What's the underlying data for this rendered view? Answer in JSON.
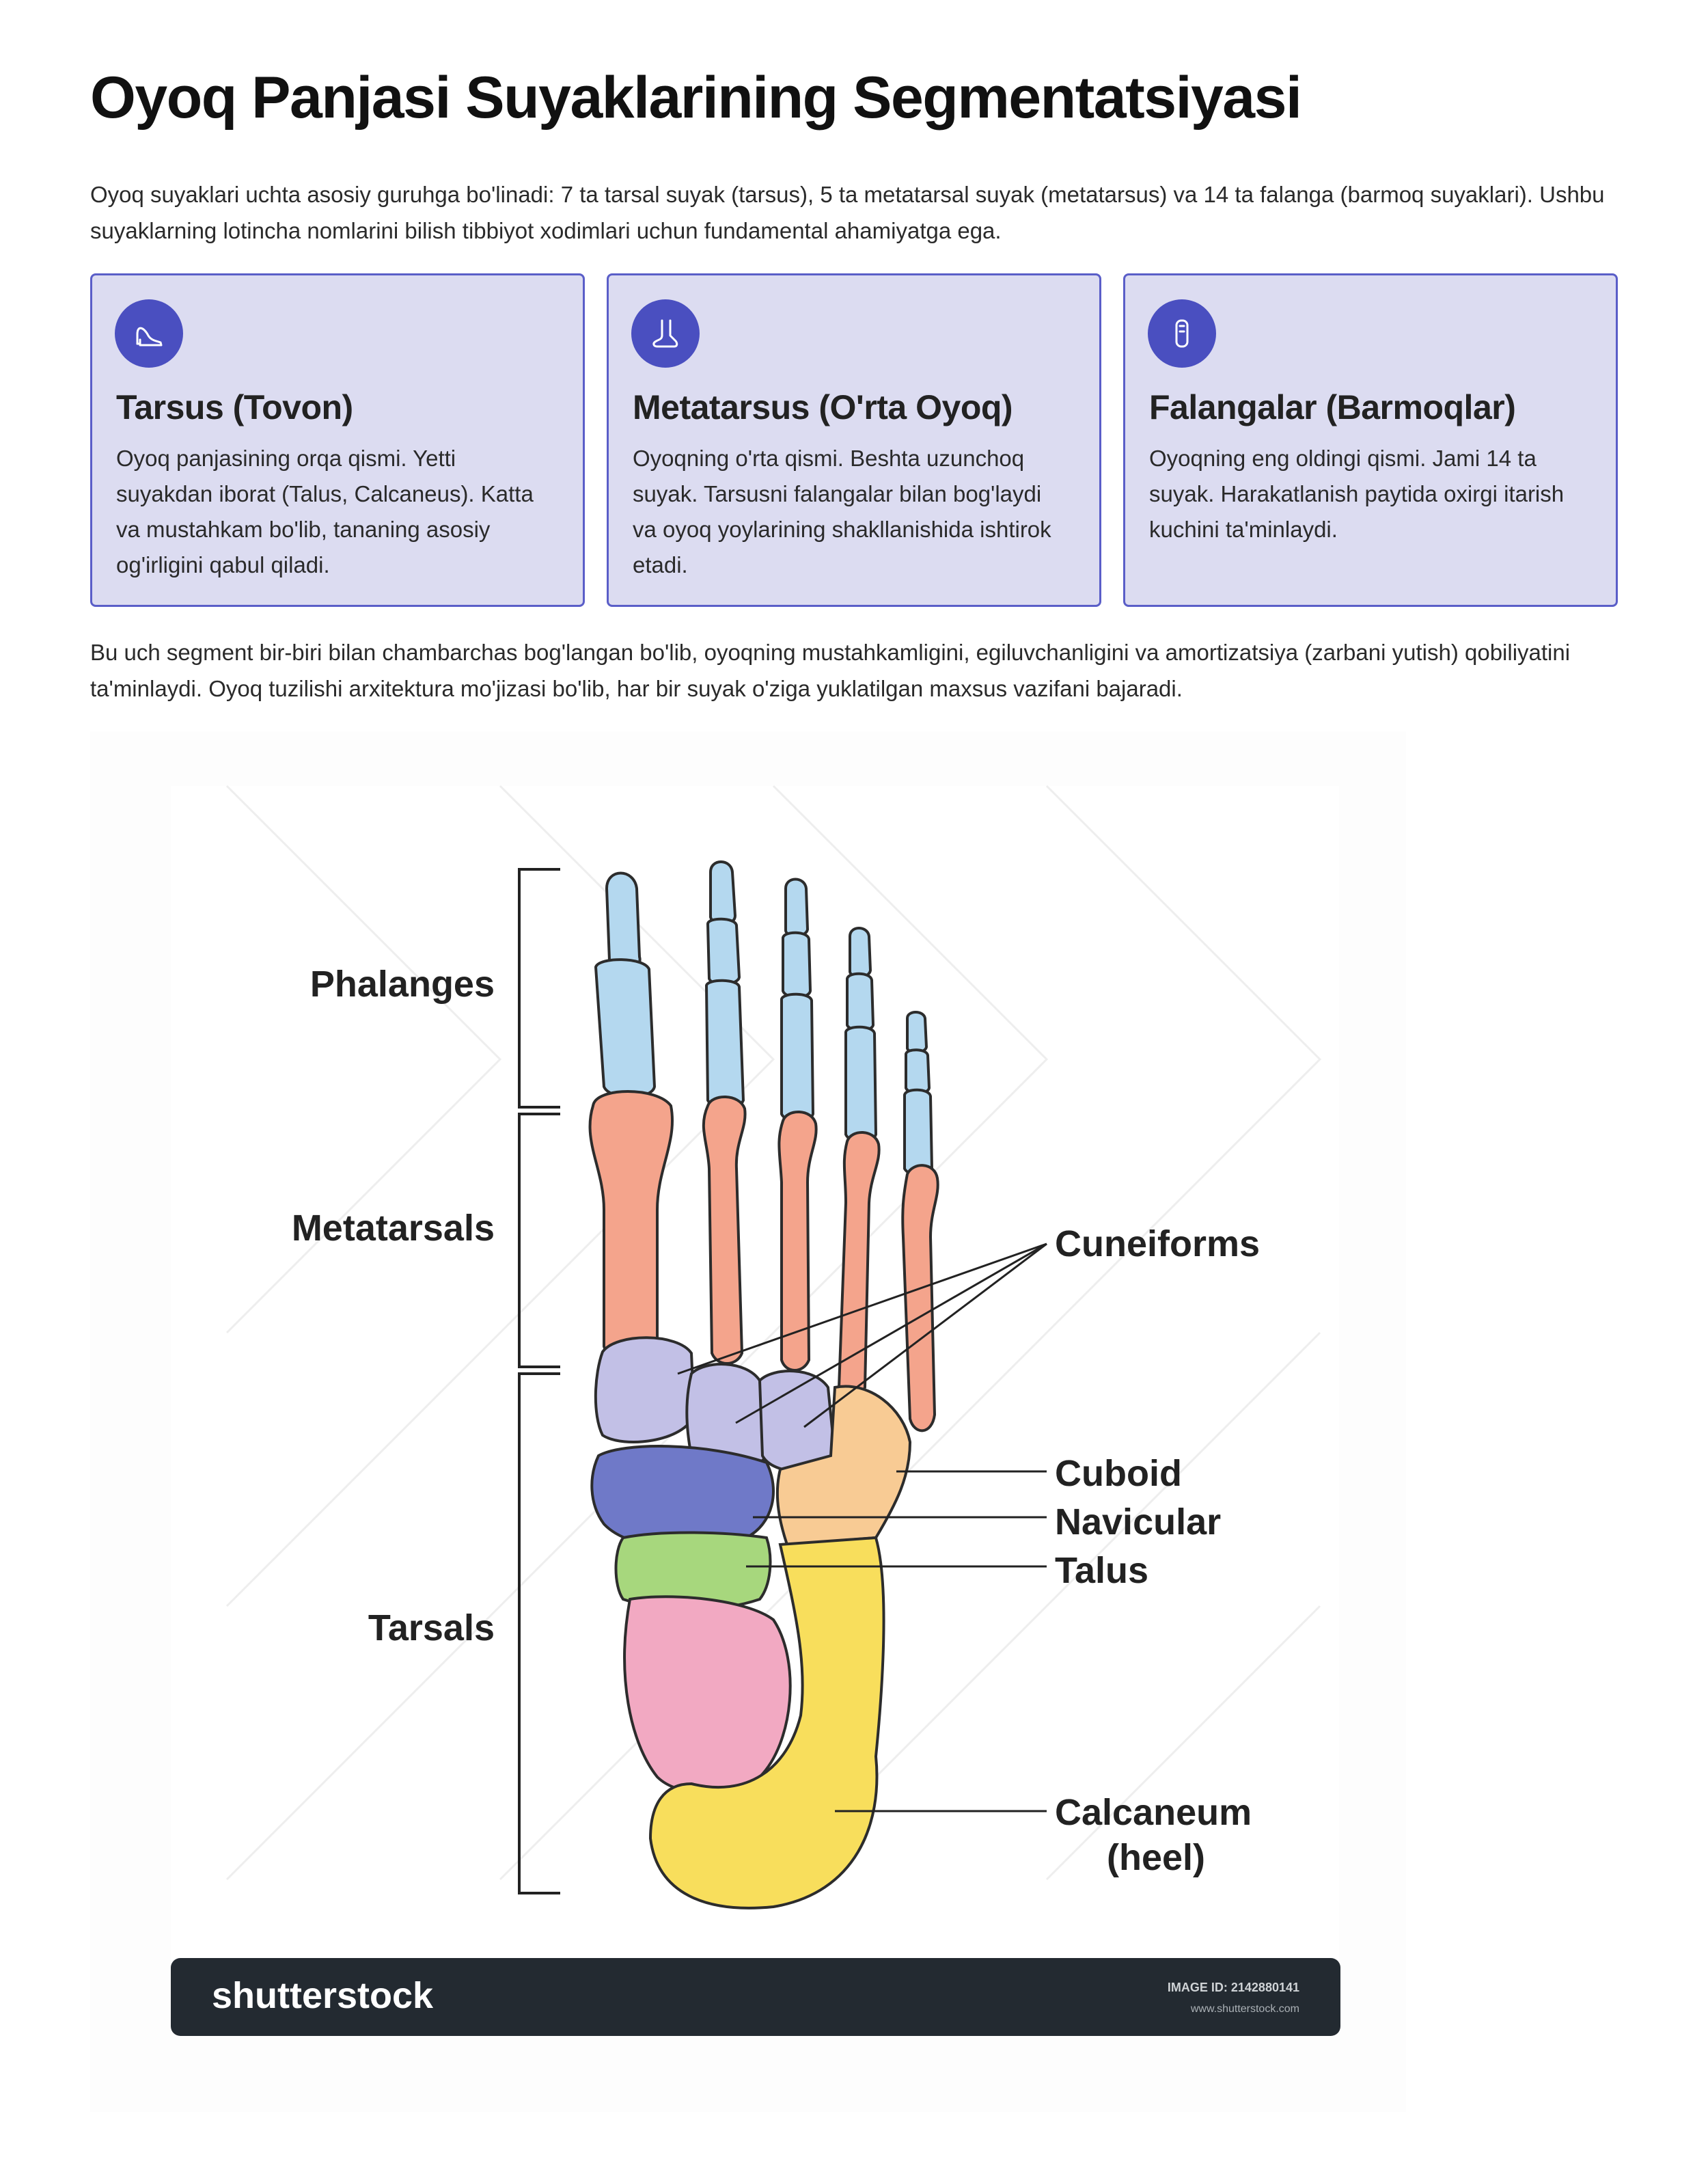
{
  "title": "Oyoq Panjasi Suyaklarining Segmentatsiyasi",
  "intro": "Oyoq suyaklari uchta asosiy guruhga bo'linadi: 7 ta tarsal suyak (tarsus), 5 ta metatarsal suyak (metatarsus) va 14 ta falanga (barmoq suyaklari). Ushbu suyaklarning lotincha nomlarini bilish tibbiyot xodimlari uchun fundamental ahamiyatga ega.",
  "cards": [
    {
      "icon": "high-heel-icon",
      "title": "Tarsus (Tovon)",
      "text": "Oyoq panjasining orqa qismi. Yetti suyakdan iborat (Talus, Calcaneus). Katta va mustahkam bo'lib, tananing asosiy og'irligini qabul qiladi."
    },
    {
      "icon": "foot-icon",
      "title": "Metatarsus (O'rta Oyoq)",
      "text": "Oyoqning o'rta qismi. Beshta uzunchoq suyak. Tarsusni falangalar bilan bog'laydi va oyoq yoylarining shakllanishida ishtirok etadi."
    },
    {
      "icon": "toe-icon",
      "title": "Falangalar (Barmoqlar)",
      "text": "Oyoqning eng oldingi qismi. Jami 14 ta suyak. Harakatlanish paytida oxirgi itarish kuchini ta'minlaydi."
    }
  ],
  "outro": "Bu uch segment bir-biri bilan chambarchas bog'langan bo'lib, oyoqning mustahkamligini, egiluvchanligini va amortizatsiya (zarbani yutish) qobiliyatini ta'minlaydi. Oyoq tuzilishi arxitektura mo'jizasi bo'lib, har bir suyak o'ziga yuklatilgan maxsus vazifani bajaradi.",
  "figure": {
    "left_labels": {
      "phalanges": "Phalanges",
      "metatarsals": "Metatarsals",
      "tarsals": "Tarsals"
    },
    "right_labels": {
      "cuneiforms": "Cuneiforms",
      "cuboid": "Cuboid",
      "navicular": "Navicular",
      "talus": "Talus",
      "calcaneum": "Calcaneum",
      "heel": "(heel)"
    },
    "watermark": {
      "brand": "shutterstock",
      "image_id": "IMAGE ID: 2142880141",
      "site": "www.shutterstock.com"
    },
    "colors": {
      "phalanges": "#b4d8ef",
      "metatarsals": "#f4a48c",
      "cuneiforms": "#c2c0e6",
      "cuboid": "#f8cb94",
      "navicular": "#6f79c8",
      "talus": "#a7d77d",
      "calcaneus_upper": "#f2a9c2",
      "calcaneus": "#f8de5c"
    }
  }
}
